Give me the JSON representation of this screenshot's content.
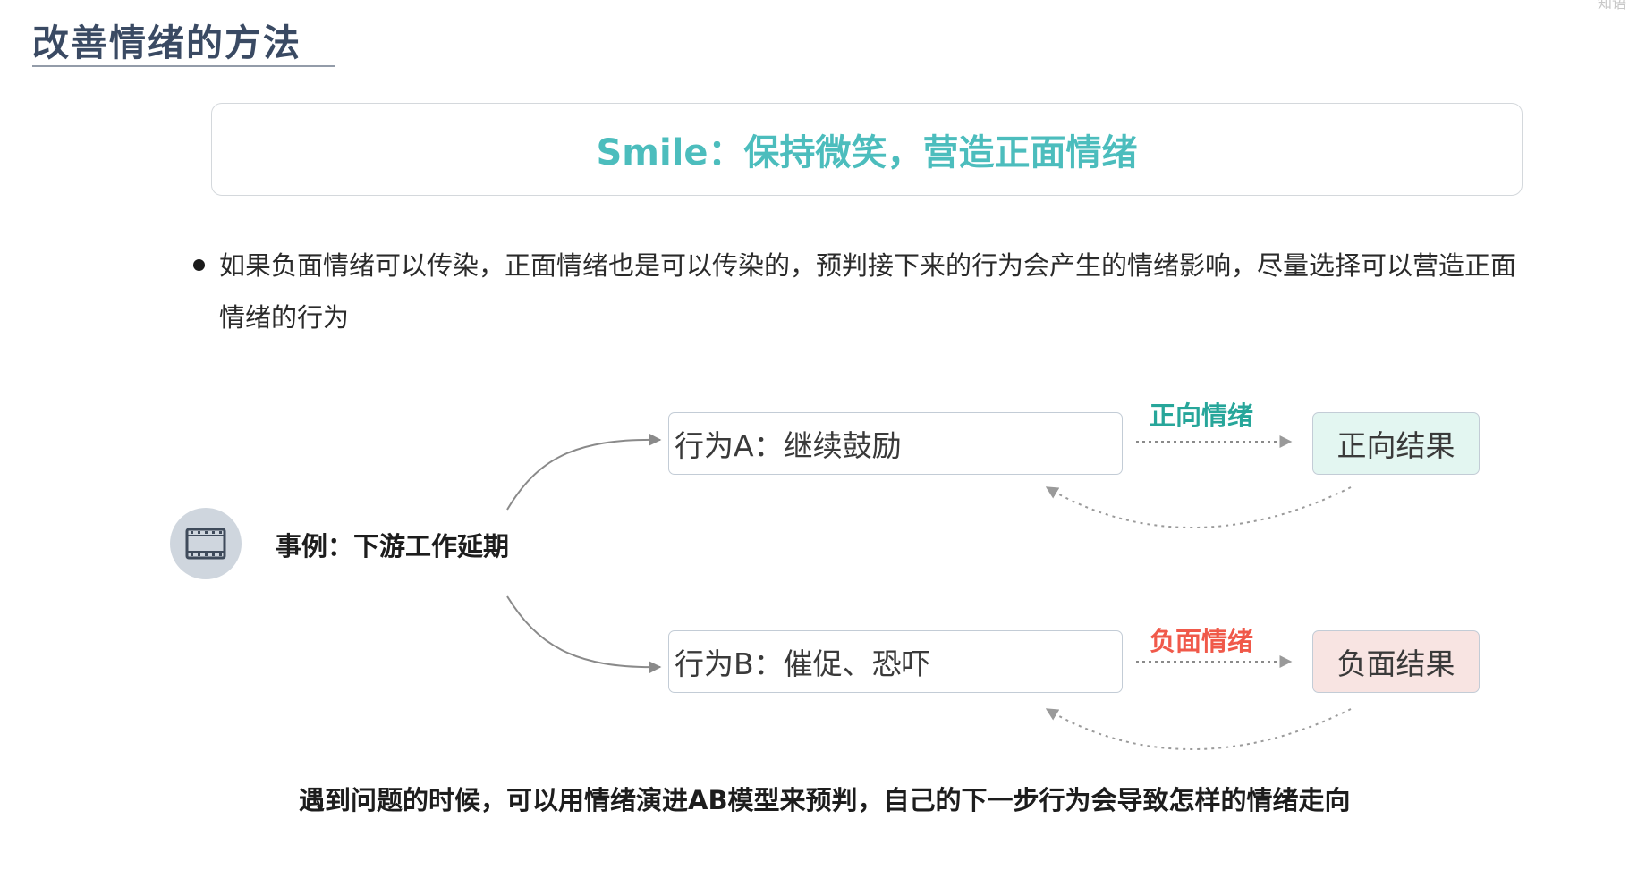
{
  "page": {
    "title": "改善情绪的方法",
    "corner_text": "知语"
  },
  "banner": {
    "text": "Smile：保持微笑，营造正面情绪"
  },
  "bullet": {
    "text": "如果负面情绪可以传染，正面情绪也是可以传染的，预判接下来的行为会产生的情绪影响，尽量选择可以营造正面情绪的行为"
  },
  "diagram": {
    "case_icon": "film-icon",
    "case_label": "事例：下游工作延期",
    "branches": [
      {
        "action": "行为A：继续鼓励",
        "emotion": "正向情绪",
        "emotion_color": "#27a69a",
        "result": "正向结果",
        "result_bg": "#e3f6f1"
      },
      {
        "action": "行为B：催促、恐吓",
        "emotion": "负面情绪",
        "emotion_color": "#f0594a",
        "result": "负面结果",
        "result_bg": "#f8e4e2"
      }
    ]
  },
  "footer": {
    "note": "遇到问题的时候，可以用情绪演进AB模型来预判，自己的下一步行为会导致怎样的情绪走向"
  },
  "colors": {
    "title": "#3a4a63",
    "accent": "#4cbdbd",
    "connector": "#8a8a8a"
  }
}
